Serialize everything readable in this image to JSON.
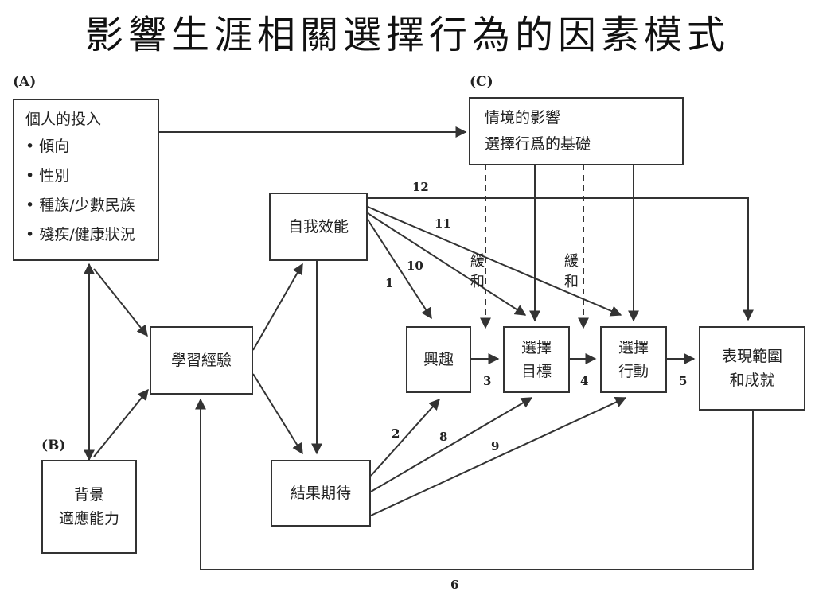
{
  "title": "影響生涯相關選擇行為的因素模式",
  "labels": {
    "a": "(A)",
    "b": "(B)",
    "c": "(C)"
  },
  "personal": {
    "heading": "個人的投入",
    "items": [
      "• 傾向",
      "• 性別",
      "• 種族/少數民族",
      "• 殘疾/健康狀況"
    ]
  },
  "background": {
    "line1": "背景",
    "line2": "適應能力"
  },
  "context": {
    "line1": "情境的影響",
    "line2": "選擇行爲的基礎"
  },
  "learning": "學習經驗",
  "self_efficacy": "自我效能",
  "outcome_expectations": "結果期待",
  "interest": "興趣",
  "choice_goals": {
    "line1": "選擇",
    "line2": "目標"
  },
  "choice_actions": {
    "line1": "選擇",
    "line2": "行動"
  },
  "performance": {
    "line1": "表現範圍",
    "line2": "和成就"
  },
  "moderate": {
    "line1": "緩",
    "line2": "和"
  },
  "path_numbers": {
    "n1": "1",
    "n2": "2",
    "n3": "3",
    "n4": "4",
    "n5": "5",
    "n6": "6",
    "n8": "8",
    "n9": "9",
    "n10": "10",
    "n11": "11",
    "n12": "12"
  },
  "colors": {
    "line": "#333333",
    "border": "#333333"
  }
}
